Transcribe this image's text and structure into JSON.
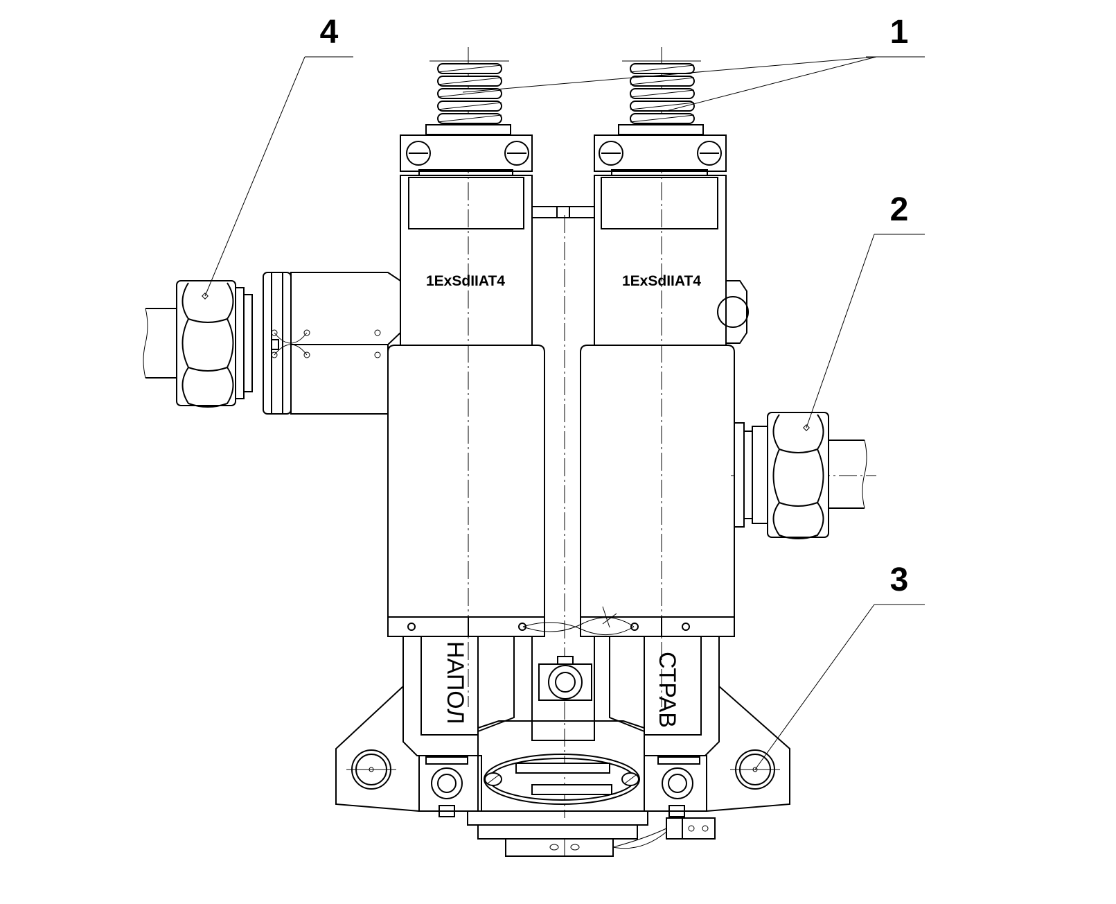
{
  "callouts": [
    {
      "id": "1",
      "text": "1"
    },
    {
      "id": "2",
      "text": "2"
    },
    {
      "id": "3",
      "text": "3"
    },
    {
      "id": "4",
      "text": "4"
    }
  ],
  "markings": {
    "left_module": "1ExSdIIAT4",
    "right_module": "1ExSdIIAT4"
  },
  "side_labels": {
    "left": "НАПОЛ",
    "right": "СТРАВ"
  }
}
